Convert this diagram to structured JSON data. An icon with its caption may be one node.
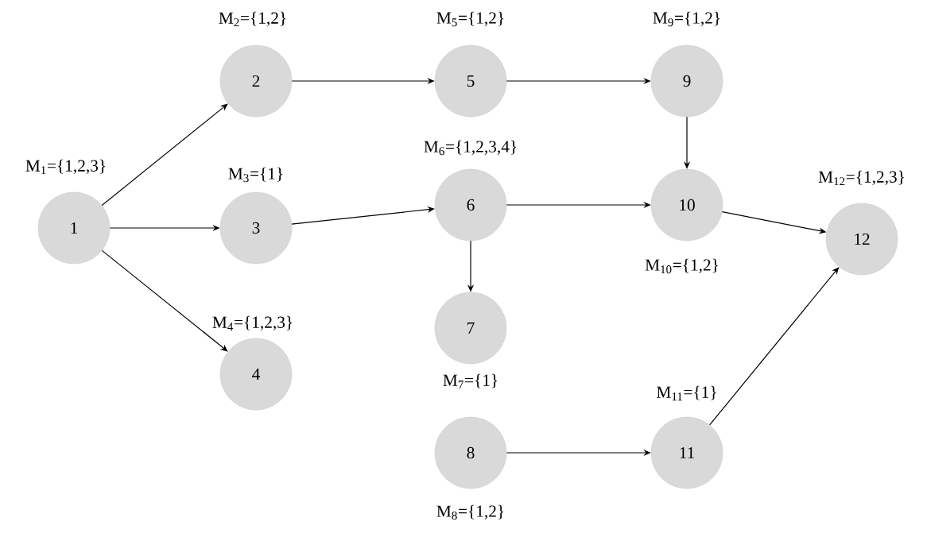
{
  "diagram": {
    "nodes": [
      {
        "text": [
          "1"
        ],
        "beside": [
          "M$_{1}$={1,2,3}"
        ]
      },
      {
        "text": [
          "2"
        ],
        "beside": [
          "M$_{2}$={1,2}"
        ]
      },
      {
        "text": [
          "3"
        ],
        "beside": [
          "M$_{3}$={1}"
        ]
      },
      {
        "text": [
          "4"
        ],
        "beside": [
          "M$_{4}$={1,2,3}"
        ]
      },
      {
        "text": [
          "5"
        ],
        "beside": [
          "M$_{5}$={1,2}"
        ]
      },
      {
        "text": [
          "6"
        ],
        "beside": [
          "M$_{6}$={1,2,3,4}"
        ]
      },
      {
        "text": [
          "7"
        ],
        "beside": [
          "M$_{7}$={1}"
        ]
      },
      {
        "text": [
          "8"
        ],
        "beside": [
          "M$_{8}$={1,2}"
        ]
      },
      {
        "text": [
          "9"
        ],
        "beside": [
          "M$_{9}$={1,2}"
        ]
      },
      {
        "text": [
          "10"
        ],
        "beside": [
          "M$_{10}$={1,2}"
        ]
      },
      {
        "text": [
          "11"
        ],
        "beside": [
          "M$_{11}$={1}"
        ]
      },
      {
        "text": [
          "12"
        ],
        "beside": [
          "M$_{12}$={1,2,3}"
        ]
      }
    ],
    "edges": [
      {
        "from": 0,
        "to": 1,
        "arrow": "to"
      },
      {
        "from": 0,
        "to": 2,
        "arrow": "to"
      },
      {
        "from": 0,
        "to": 3,
        "arrow": "to"
      },
      {
        "from": 1,
        "to": 4,
        "arrow": "to"
      },
      {
        "from": 2,
        "to": 5,
        "arrow": "to"
      },
      {
        "from": 4,
        "to": 8,
        "arrow": "to"
      },
      {
        "from": 8,
        "to": 9,
        "arrow": "to"
      },
      {
        "from": 5,
        "to": 9,
        "arrow": "to"
      },
      {
        "from": 5,
        "to": 6,
        "arrow": "to"
      },
      {
        "from": 9,
        "to": 11,
        "arrow": "to"
      },
      {
        "from": 7,
        "to": 10,
        "arrow": "to"
      },
      {
        "from": 10,
        "to": 11,
        "arrow": "to"
      }
    ]
  }
}
